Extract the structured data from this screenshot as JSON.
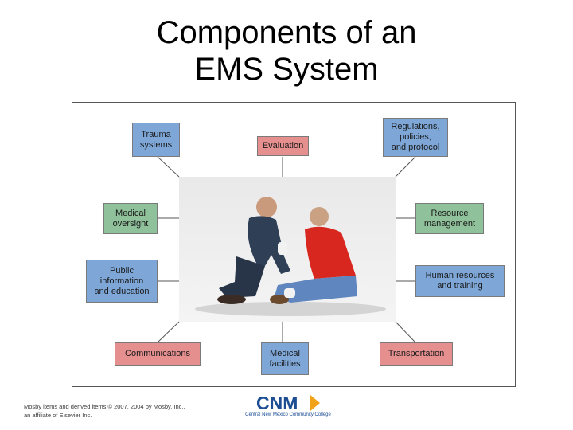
{
  "title": {
    "line1": "Components of an",
    "line2": "EMS System"
  },
  "boxes": {
    "trauma_systems": "Trauma\nsystems",
    "evaluation": "Evaluation",
    "regulations": "Regulations,\npolicies,\nand protocol",
    "medical_oversight": "Medical\noversight",
    "resource_management": "Resource\nmanagement",
    "public_information": "Public\ninformation\nand education",
    "human_resources": "Human resources\nand training",
    "communications": "Communications",
    "medical_facilities": "Medical\nfacilities",
    "transportation": "Transportation"
  },
  "colors": {
    "blue": "#7ea7d8",
    "green": "#8fc19a",
    "pink": "#e58f8f",
    "logo_blue": "#1d4e94",
    "logo_orange": "#f0a21b"
  },
  "footer": "Mosby items and derived items © 2007, 2004 by Mosby, Inc.,\nan affiliate of Elsevier Inc.",
  "logo": {
    "mark": "CNM",
    "subtitle": "Central New Mexico Community College"
  }
}
